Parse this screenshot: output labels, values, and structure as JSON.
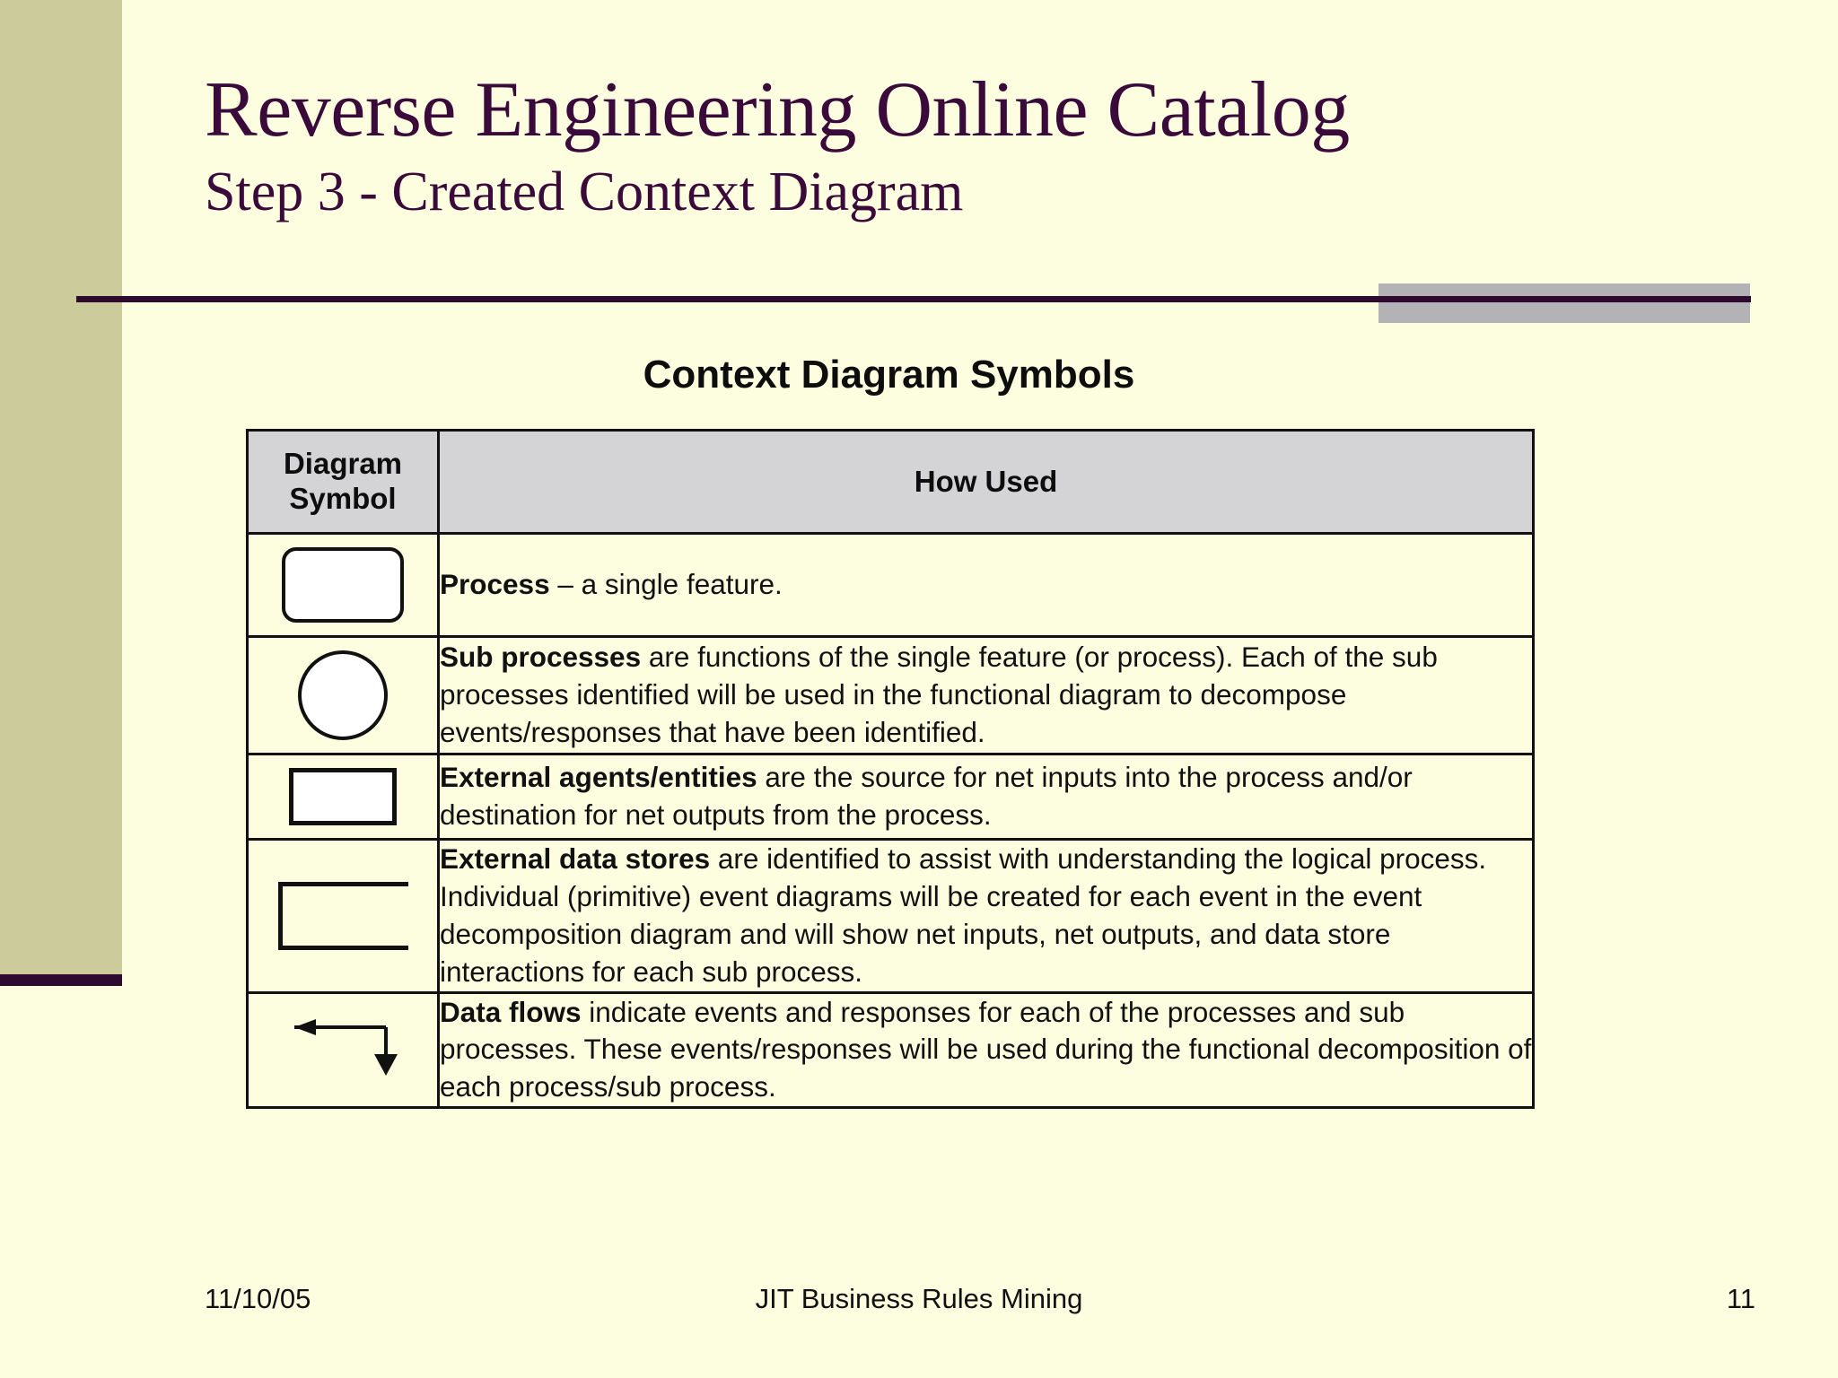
{
  "slide": {
    "title_main": "Reverse Engineering Online Catalog",
    "title_sub": "Step 3 - Created Context Diagram",
    "section_heading": "Context Diagram Symbols"
  },
  "colors": {
    "background": "#FDFDE0",
    "accent_purple": "#2E0A2E",
    "title_purple": "#3A0A3A",
    "sidebar_olive": "#CBCB9B",
    "header_gray_block": "#B3B3B6",
    "table_header_gray": "#D4D4D7",
    "table_border": "#111111",
    "shape_fill": "#FFFFFF"
  },
  "table": {
    "headers": [
      "Diagram Symbol",
      "How Used"
    ],
    "header_col1_line1": "Diagram",
    "header_col1_line2": "Symbol",
    "rows": [
      {
        "symbol": "rounded-rectangle-symbol",
        "term": "Process",
        "text": " – a single feature."
      },
      {
        "symbol": "circle-symbol",
        "term": "Sub processes",
        "text": " are functions of the single feature (or process). Each of the sub processes identified will be used in the functional diagram to decompose events/responses that have been identified."
      },
      {
        "symbol": "rectangle-symbol",
        "term": "External agents/entities",
        "text": " are the source for net inputs into the process and/or destination for net outputs from the process."
      },
      {
        "symbol": "open-rectangle-data-store-symbol",
        "term": "External data stores",
        "text": " are identified to assist with understanding the logical process.  Individual (primitive) event diagrams will be created for each event in the event decomposition diagram and will show net inputs, net outputs, and data store interactions for each sub process."
      },
      {
        "symbol": "data-flow-arrow-symbol",
        "term": "Data flows",
        "text": " indicate events and responses for each of the processes and sub processes.  These events/responses will be used during the functional decomposition of each process/sub process."
      }
    ]
  },
  "footer": {
    "date": "11/10/05",
    "center": "JIT Business Rules Mining",
    "page_number": "11"
  }
}
